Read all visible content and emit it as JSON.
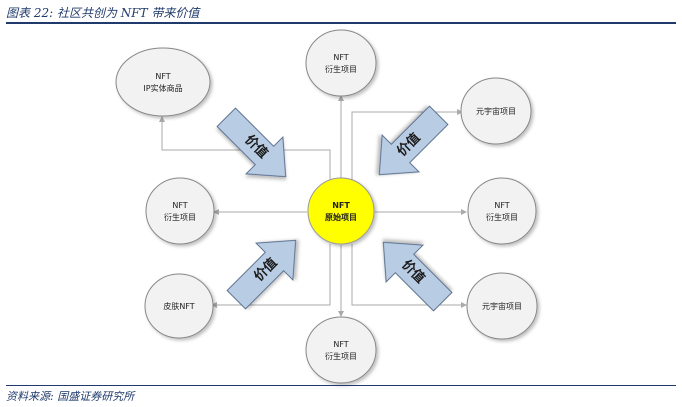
{
  "caption": "图表 22:  社区共创为 NFT 带来价值",
  "source": "资料来源:  国盛证券研究所",
  "nodes": {
    "center_line1": "NFT",
    "center_line2": "原始项目",
    "top_line1": "NFT",
    "top_line2": "衍生项目",
    "ip_line1": "NFT",
    "ip_line2": "IP实体商品",
    "left_line1": "NFT",
    "left_line2": "衍生项目",
    "right_line1": "NFT",
    "right_line2": "衍生项目",
    "bottom_line1": "NFT",
    "bottom_line2": "衍生项目",
    "skin": "皮肤NFT",
    "meta_top": "元宇宙项目",
    "meta_bottom": "元宇宙项目"
  },
  "value_label": "价值",
  "colors": {
    "navy": "#1f3a6b",
    "center_fill": "#ffff00",
    "node_fill": "#f2f2f2",
    "arrow_fill": "#b8cce4",
    "arrow_stroke": "#5a6f8f"
  }
}
